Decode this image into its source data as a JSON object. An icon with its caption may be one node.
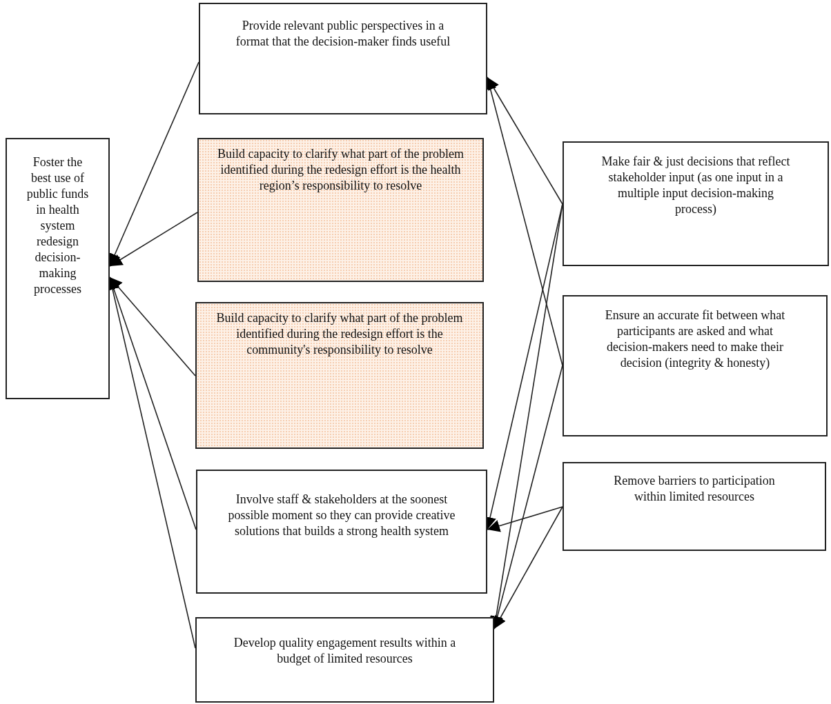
{
  "diagram": {
    "nodes": [
      {
        "text": [
          "Foster the best use of public funds in health system redesign decision-making processes"
        ]
      },
      {
        "text": [
          "Provide relevant public perspectives in a format that the decision-maker finds useful"
        ]
      },
      {
        "text": [
          "Build capacity to clarify what part of the problem identified during the redesign effort is the health region’s responsibility to resolve"
        ]
      },
      {
        "text": [
          "Build capacity to clarify what part of the problem identified during the redesign effort is the community's responsibility to resolve"
        ]
      },
      {
        "text": [
          "Involve staff & stakeholders at the soonest possible moment so they can provide creative solutions that builds a strong health system"
        ]
      },
      {
        "text": [
          "Develop quality engagement results within a budget of limited resources"
        ]
      },
      {
        "text": [
          "Make fair & just decisions that reflect stakeholder input (as one input in a multiple input decision-making process)"
        ]
      },
      {
        "text": [
          "Ensure an accurate fit between what participants are asked and what decision-makers need to make their decision (integrity & honesty)"
        ]
      },
      {
        "text": [
          "Remove barriers to participation within limited resources"
        ]
      }
    ],
    "edges": [
      {
        "from": 1,
        "to": 0,
        "arrow": "to"
      },
      {
        "from": 2,
        "to": 0,
        "arrow": "to"
      },
      {
        "from": 3,
        "to": 0,
        "arrow": "to"
      },
      {
        "from": 4,
        "to": 0,
        "arrow": "to"
      },
      {
        "from": 5,
        "to": 0,
        "arrow": "to"
      },
      {
        "from": 6,
        "to": 1,
        "arrow": "to"
      },
      {
        "from": 7,
        "to": 1,
        "arrow": "to"
      },
      {
        "from": 6,
        "to": 4,
        "arrow": "to"
      },
      {
        "from": 6,
        "to": 5,
        "arrow": "to"
      },
      {
        "from": 7,
        "to": 5,
        "arrow": "to"
      },
      {
        "from": 8,
        "to": 4,
        "arrow": "to"
      },
      {
        "from": 8,
        "to": 5,
        "arrow": "to"
      }
    ]
  }
}
